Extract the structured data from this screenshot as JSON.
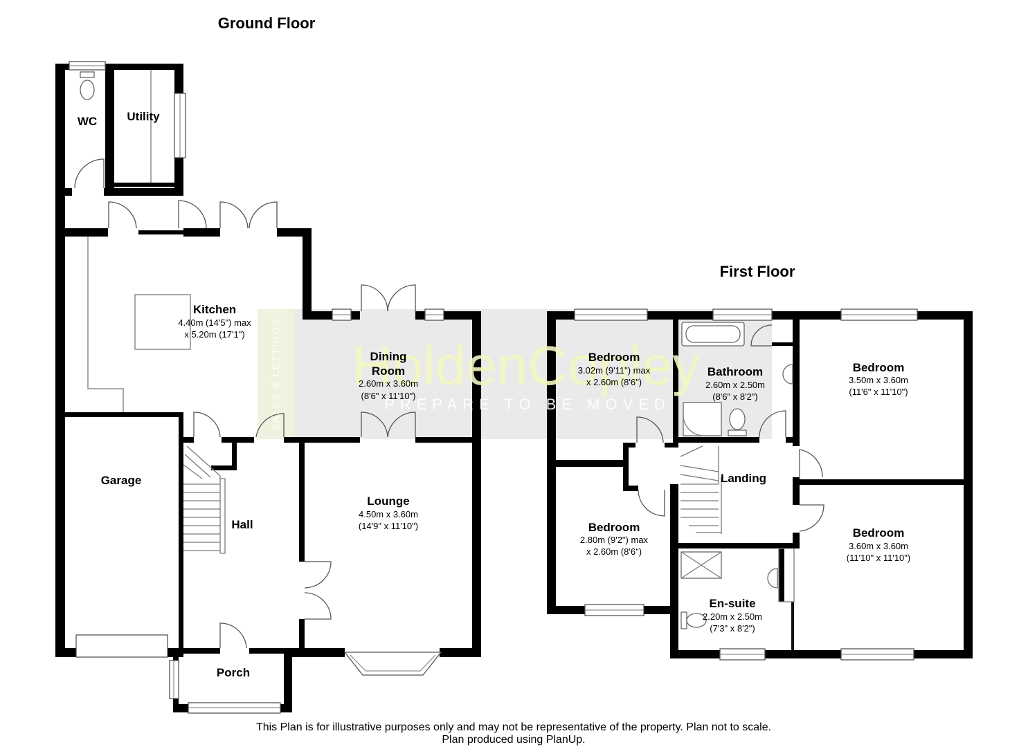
{
  "plan": {
    "ground_floor": {
      "title": "Ground Floor",
      "rooms": {
        "wc": {
          "name": "WC"
        },
        "utility": {
          "name": "Utility"
        },
        "kitchen": {
          "name": "Kitchen",
          "dims": [
            "4.40m (14'5\") max",
            "x 5.20m (17'1\")"
          ]
        },
        "dining_room": {
          "name": [
            "Dining",
            "Room"
          ],
          "dims": [
            "2.60m x 3.60m",
            "(8'6\" x 11'10\")"
          ]
        },
        "garage": {
          "name": "Garage"
        },
        "hall": {
          "name": "Hall"
        },
        "lounge": {
          "name": "Lounge",
          "dims": [
            "4.50m x 3.60m",
            "(14'9\" x 11'10\")"
          ]
        },
        "porch": {
          "name": "Porch"
        }
      }
    },
    "first_floor": {
      "title": "First Floor",
      "rooms": {
        "bedroom_1": {
          "name": "Bedroom",
          "dims": [
            "3.02m (9'11\") max",
            "x 2.60m (8'6\")"
          ]
        },
        "bathroom": {
          "name": "Bathroom",
          "dims": [
            "2.60m x 2.50m",
            "(8'6\" x 8'2\")"
          ]
        },
        "bedroom_2": {
          "name": "Bedroom",
          "dims": [
            "3.50m x 3.60m",
            "(11'6\" x 11'10\")"
          ]
        },
        "landing": {
          "name": "Landing"
        },
        "bedroom_3": {
          "name": "Bedroom",
          "dims": [
            "2.80m (9'2\") max",
            "x 2.60m (8'6\")"
          ]
        },
        "bedroom_4": {
          "name": "Bedroom",
          "dims": [
            "3.60m x 3.60m",
            "(11'10\" x 11'10\")"
          ]
        },
        "en_suite": {
          "name": "En-suite",
          "dims": [
            "2.20m x 2.50m",
            "(7'3\" x 8'2\")"
          ]
        }
      }
    }
  },
  "watermark": {
    "brand": "HoldenCopley",
    "tagline": "PREPARE TO BE MOVED",
    "side_text": "SALES & LETTINGS"
  },
  "disclaimer": [
    "This Plan is for illustrative purposes only and may not be representative of the property. Plan not to scale.",
    "Plan produced using PlanUp."
  ],
  "colors": {
    "walls": "#000000",
    "watermark_band": "#d9d9d9",
    "brand_text": "#f3f7c0"
  }
}
